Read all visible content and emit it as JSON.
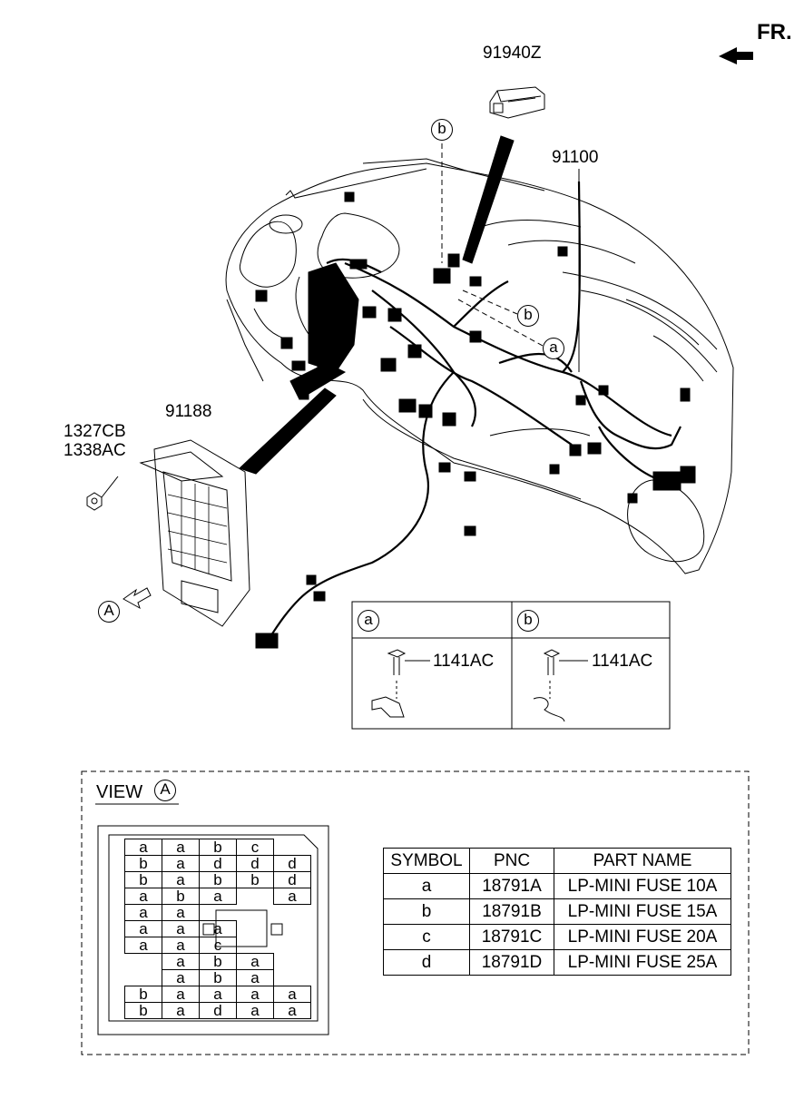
{
  "direction_label": "FR.",
  "part_labels": {
    "relay": "91940Z",
    "main_harness": "91100",
    "junction_box": "91188",
    "nut_1": "1327CB",
    "nut_2": "1338AC",
    "bolt_a": "1141AC",
    "bolt_b": "1141AC"
  },
  "callouts": {
    "a": "a",
    "b": "b",
    "A": "A"
  },
  "detail_box": {
    "a_header": "a",
    "b_header": "b"
  },
  "view": {
    "title": "VIEW",
    "ref": "A"
  },
  "fuse_grid": {
    "rows": [
      [
        "a",
        "a",
        "b",
        "c",
        ""
      ],
      [
        "b",
        "a",
        "d",
        "d",
        "d"
      ],
      [
        "b",
        "a",
        "b",
        "b",
        "d"
      ],
      [
        "a",
        "b",
        "a",
        "",
        "a"
      ],
      [
        "a",
        "a",
        "",
        "",
        ""
      ],
      [
        "a",
        "a",
        "a",
        "",
        ""
      ],
      [
        "a",
        "a",
        "c",
        "",
        ""
      ],
      [
        "",
        "a",
        "b",
        "a",
        ""
      ],
      [
        "",
        "a",
        "b",
        "a",
        ""
      ],
      [
        "b",
        "a",
        "a",
        "a",
        "a"
      ],
      [
        "b",
        "a",
        "d",
        "a",
        "a"
      ]
    ]
  },
  "symbol_table": {
    "headers": [
      "SYMBOL",
      "PNC",
      "PART NAME"
    ],
    "rows": [
      [
        "a",
        "18791A",
        "LP-MINI FUSE 10A"
      ],
      [
        "b",
        "18791B",
        "LP-MINI FUSE 15A"
      ],
      [
        "c",
        "18791C",
        "LP-MINI FUSE 20A"
      ],
      [
        "d",
        "18791D",
        "LP-MINI FUSE 25A"
      ]
    ]
  }
}
